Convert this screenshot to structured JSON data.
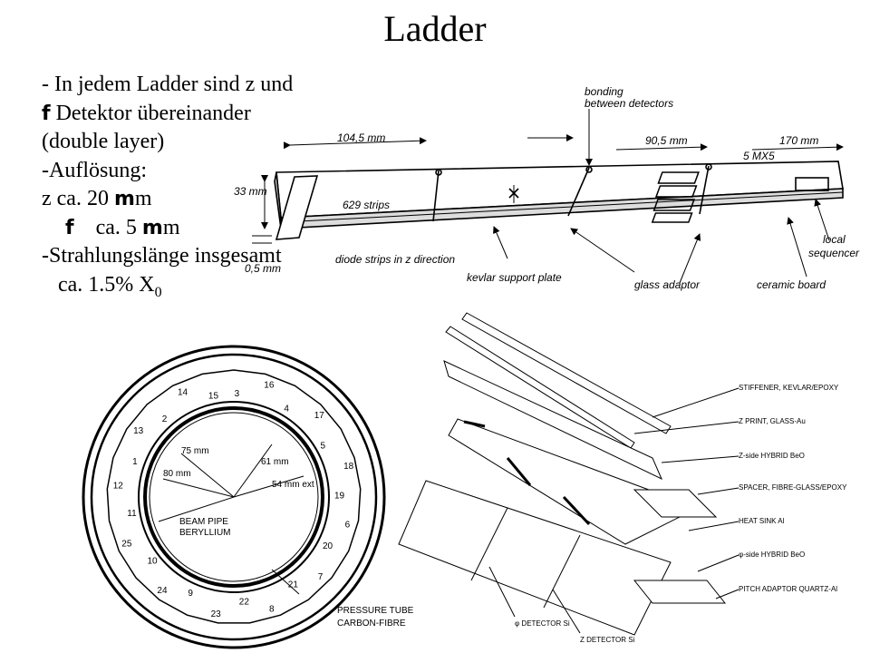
{
  "title": "Ladder",
  "bullets": {
    "b1": "- In jedem Ladder sind z und",
    "b2_sym": "f",
    "b2_text": " Detektor  übereinander",
    "b3": "(double layer)",
    "b4": "-Auflösung:",
    "b5_pre": " z ca. 20 ",
    "b5_sym": "m",
    "b5_post": "m",
    "b6_sym": "f",
    "b6_pre": "    ca. 5 ",
    "b6_sym2": "m",
    "b6_post": "m",
    "b7": "-Strahlungslänge  insgesamt",
    "b8_pre": "   ca. 1.5% ",
    "b8_x": "X",
    "b8_sub": "0"
  },
  "ladder": {
    "dim_1045": "104,5 mm",
    "dim_905": "90,5 mm",
    "dim_170": "170 mm",
    "dim_33": "33 mm",
    "dim_05": "0,5 mm",
    "bonding_1": "bonding",
    "bonding_2": "between detectors",
    "mx5": "5 MX5",
    "strips629": "629 strips",
    "diode": "diode strips in z direction",
    "kevlar": "kevlar support plate",
    "glass": "glass adaptor",
    "ceramic": "ceramic board",
    "local_1": "local",
    "local_2": "sequencer"
  },
  "cross": {
    "r75": "75 mm",
    "r80": "80 mm",
    "r61": "61 mm",
    "r54": "54 mm ext",
    "beam_1": "BEAM PIPE",
    "beam_2": "BERYLLIUM",
    "pressure_1": "PRESSURE TUBE",
    "pressure_2": "CARBON-FIBRE"
  },
  "exploded": {
    "l1": "STIFFENER, KEVLAR/EPOXY",
    "l2": "Z PRINT, GLASS-Au",
    "l3": "Z-side HYBRID BeO",
    "l4": "SPACER, FIBRE-GLASS/EPOXY",
    "l5": "HEAT SINK Al",
    "l6": "φ-side HYBRID BeO",
    "l7": "PITCH ADAPTOR QUARTZ-Al",
    "l8": "φ DETECTOR Si",
    "l9": "Z DETECTOR Si"
  }
}
